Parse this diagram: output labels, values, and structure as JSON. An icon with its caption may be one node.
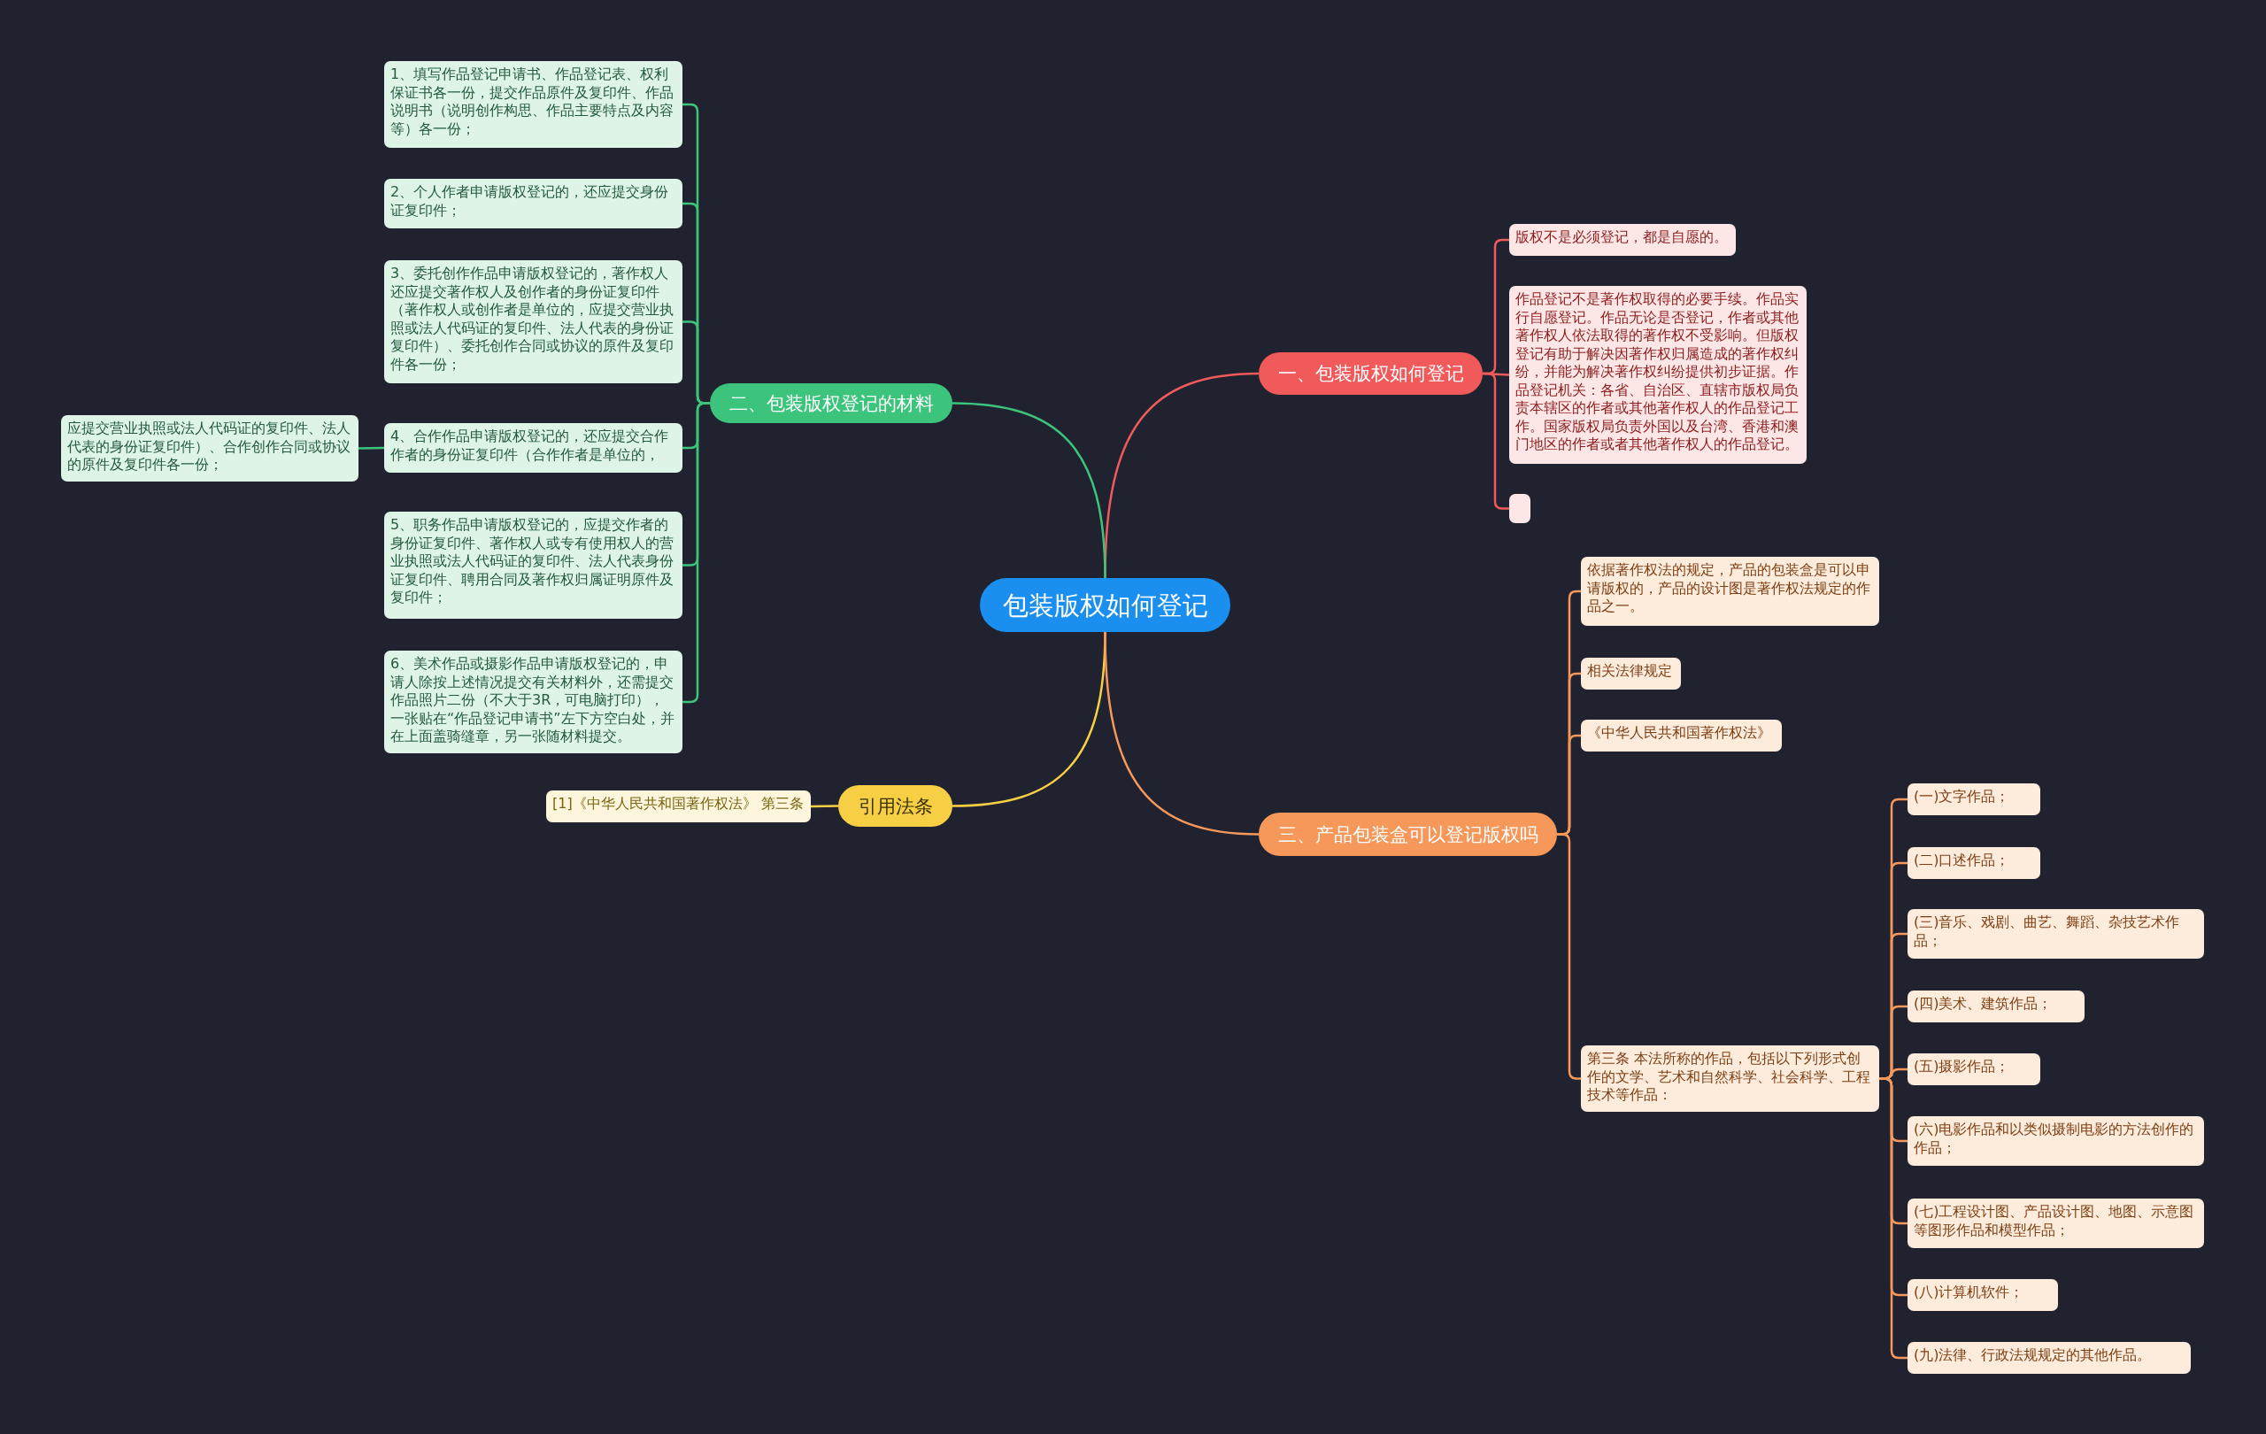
{
  "diagram": {
    "nodes": [
      {
        "text": [
          "包装版权如何登记"
        ]
      },
      {
        "text": [
          "一、包装版权如何登记"
        ]
      },
      {
        "text": [
          "版权不是必须登记，都是自愿的。"
        ]
      },
      {
        "text": [
          "作品登记不是著作权取得的必要手续。作品实行自愿登记。作品无论是否登记，作者或其他著作权人依法取得的著作权不受影响。但版权登记有助于解决因著作权归属造成的著作权纠纷，并能为解决著作权纠纷提供初步证据。作品登记机关：各省、自治区、直辖市版权局负责本辖区的作者或其他著作权人的作品登记工作。国家版权局负责外国以及台湾、香港和澳门地区的作者或者其他著作权人的作品登记。"
        ]
      },
      {
        "text": [],
        "shape": "box"
      },
      {
        "text": [
          "二、包装版权登记的材料"
        ]
      },
      {
        "text": [
          "1、填写作品登记申请书、作品登记表、权利保证书各一份，提交作品原件及复印件、作品说明书（说明创作构思、作品主要特点及内容等）各一份；"
        ]
      },
      {
        "text": [
          "2、个人作者申请版权登记的，还应提交身份证复印件；"
        ]
      },
      {
        "text": [
          "3、委托创作作品申请版权登记的，著作权人还应提交著作权人及创作者的身份证复印件（著作权人或创作者是单位的，应提交营业执照或法人代码证的复印件、法人代表的身份证复印件）、委托创作合同或协议的原件及复印件各一份；"
        ]
      },
      {
        "text": [
          "4、合作作品申请版权登记的，还应提交合作作者的身份证复印件（合作作者是单位的，"
        ]
      },
      {
        "text": [
          "应提交营业执照或法人代码证的复印件、法人代表的身份证复印件）、合作创作合同或协议的原件及复印件各一份；"
        ]
      },
      {
        "text": [
          "5、职务作品申请版权登记的，应提交作者的身份证复印件、著作权人或专有使用权人的营业执照或法人代码证的复印件、法人代表身份证复印件、聘用合同及著作权归属证明原件及复印件；"
        ]
      },
      {
        "text": [
          "6、美术作品或摄影作品申请版权登记的，申请人除按上述情况提交有关材料外，还需提交作品照片二份（不大于3R，可电脑打印），一张贴在“作品登记申请书”左下方空白处，并在上面盖骑缝章，另一张随材料提交。"
        ]
      },
      {
        "text": [
          "引用法条"
        ]
      },
      {
        "text": [
          "[1]《中华人民共和国著作权法》 第三条"
        ]
      },
      {
        "text": [
          "三、产品包装盒可以登记版权吗"
        ]
      },
      {
        "text": [
          "依据著作权法的规定，产品的包装盒是可以申请版权的，产品的设计图是著作权法规定的作品之一。"
        ]
      },
      {
        "text": [
          "相关法律规定"
        ]
      },
      {
        "text": [
          "《中华人民共和国著作权法》"
        ]
      },
      {
        "text": [
          "第三条 本法所称的作品，包括以下列形式创作的文学、艺术和自然科学、社会科学、工程技术等作品："
        ]
      },
      {
        "text": [
          "(一)文字作品；"
        ]
      },
      {
        "text": [
          "(二)口述作品；"
        ]
      },
      {
        "text": [
          "(三)音乐、戏剧、曲艺、舞蹈、杂技艺术作品；"
        ]
      },
      {
        "text": [
          "(四)美术、建筑作品；"
        ]
      },
      {
        "text": [
          "(五)摄影作品；"
        ]
      },
      {
        "text": [
          "(六)电影作品和以类似摄制电影的方法创作的作品；"
        ]
      },
      {
        "text": [
          "(七)工程设计图、产品设计图、地图、示意图等图形作品和模型作品；"
        ]
      },
      {
        "text": [
          "(八)计算机软件；"
        ]
      },
      {
        "text": [
          "(九)法律、行政法规规定的其他作品。"
        ]
      }
    ],
    "edges": [
      {
        "from": 0,
        "to": 1,
        "arrow": "none",
        "color": "#f05a5a"
      },
      {
        "from": 1,
        "to": 2,
        "arrow": "none",
        "color": "#f05a5a"
      },
      {
        "from": 1,
        "to": 3,
        "arrow": "none",
        "color": "#f05a5a"
      },
      {
        "from": 1,
        "to": 4,
        "arrow": "none",
        "color": "#f05a5a"
      },
      {
        "from": 0,
        "to": 5,
        "arrow": "none",
        "color": "#3cc47c"
      },
      {
        "from": 5,
        "to": 6,
        "arrow": "none",
        "color": "#3cc47c"
      },
      {
        "from": 5,
        "to": 7,
        "arrow": "none",
        "color": "#3cc47c"
      },
      {
        "from": 5,
        "to": 8,
        "arrow": "none",
        "color": "#3cc47c"
      },
      {
        "from": 5,
        "to": 9,
        "arrow": "none",
        "color": "#3cc47c"
      },
      {
        "from": 9,
        "to": 10,
        "arrow": "none",
        "color": "#3cc47c"
      },
      {
        "from": 5,
        "to": 11,
        "arrow": "none",
        "color": "#3cc47c"
      },
      {
        "from": 5,
        "to": 12,
        "arrow": "none",
        "color": "#3cc47c"
      },
      {
        "from": 0,
        "to": 13,
        "arrow": "none",
        "color": "#f7cf45"
      },
      {
        "from": 13,
        "to": 14,
        "arrow": "none",
        "color": "#f7cf45"
      },
      {
        "from": 0,
        "to": 15,
        "arrow": "none",
        "color": "#f5985a"
      },
      {
        "from": 15,
        "to": 16,
        "arrow": "none",
        "color": "#f5985a"
      },
      {
        "from": 15,
        "to": 17,
        "arrow": "none",
        "color": "#f5985a"
      },
      {
        "from": 15,
        "to": 18,
        "arrow": "none",
        "color": "#f5985a"
      },
      {
        "from": 15,
        "to": 19,
        "arrow": "none",
        "color": "#f5985a"
      },
      {
        "from": 19,
        "to": 20,
        "arrow": "none",
        "color": "#f5985a"
      },
      {
        "from": 19,
        "to": 21,
        "arrow": "none",
        "color": "#f5985a"
      },
      {
        "from": 19,
        "to": 22,
        "arrow": "none",
        "color": "#f5985a"
      },
      {
        "from": 19,
        "to": 23,
        "arrow": "none",
        "color": "#f5985a"
      },
      {
        "from": 19,
        "to": 24,
        "arrow": "none",
        "color": "#f5985a"
      },
      {
        "from": 19,
        "to": 25,
        "arrow": "none",
        "color": "#f5985a"
      },
      {
        "from": 19,
        "to": 26,
        "arrow": "none",
        "color": "#f5985a"
      },
      {
        "from": 19,
        "to": 27,
        "arrow": "none",
        "color": "#f5985a"
      },
      {
        "from": 19,
        "to": 28,
        "arrow": "none",
        "color": "#f5985a"
      }
    ]
  }
}
